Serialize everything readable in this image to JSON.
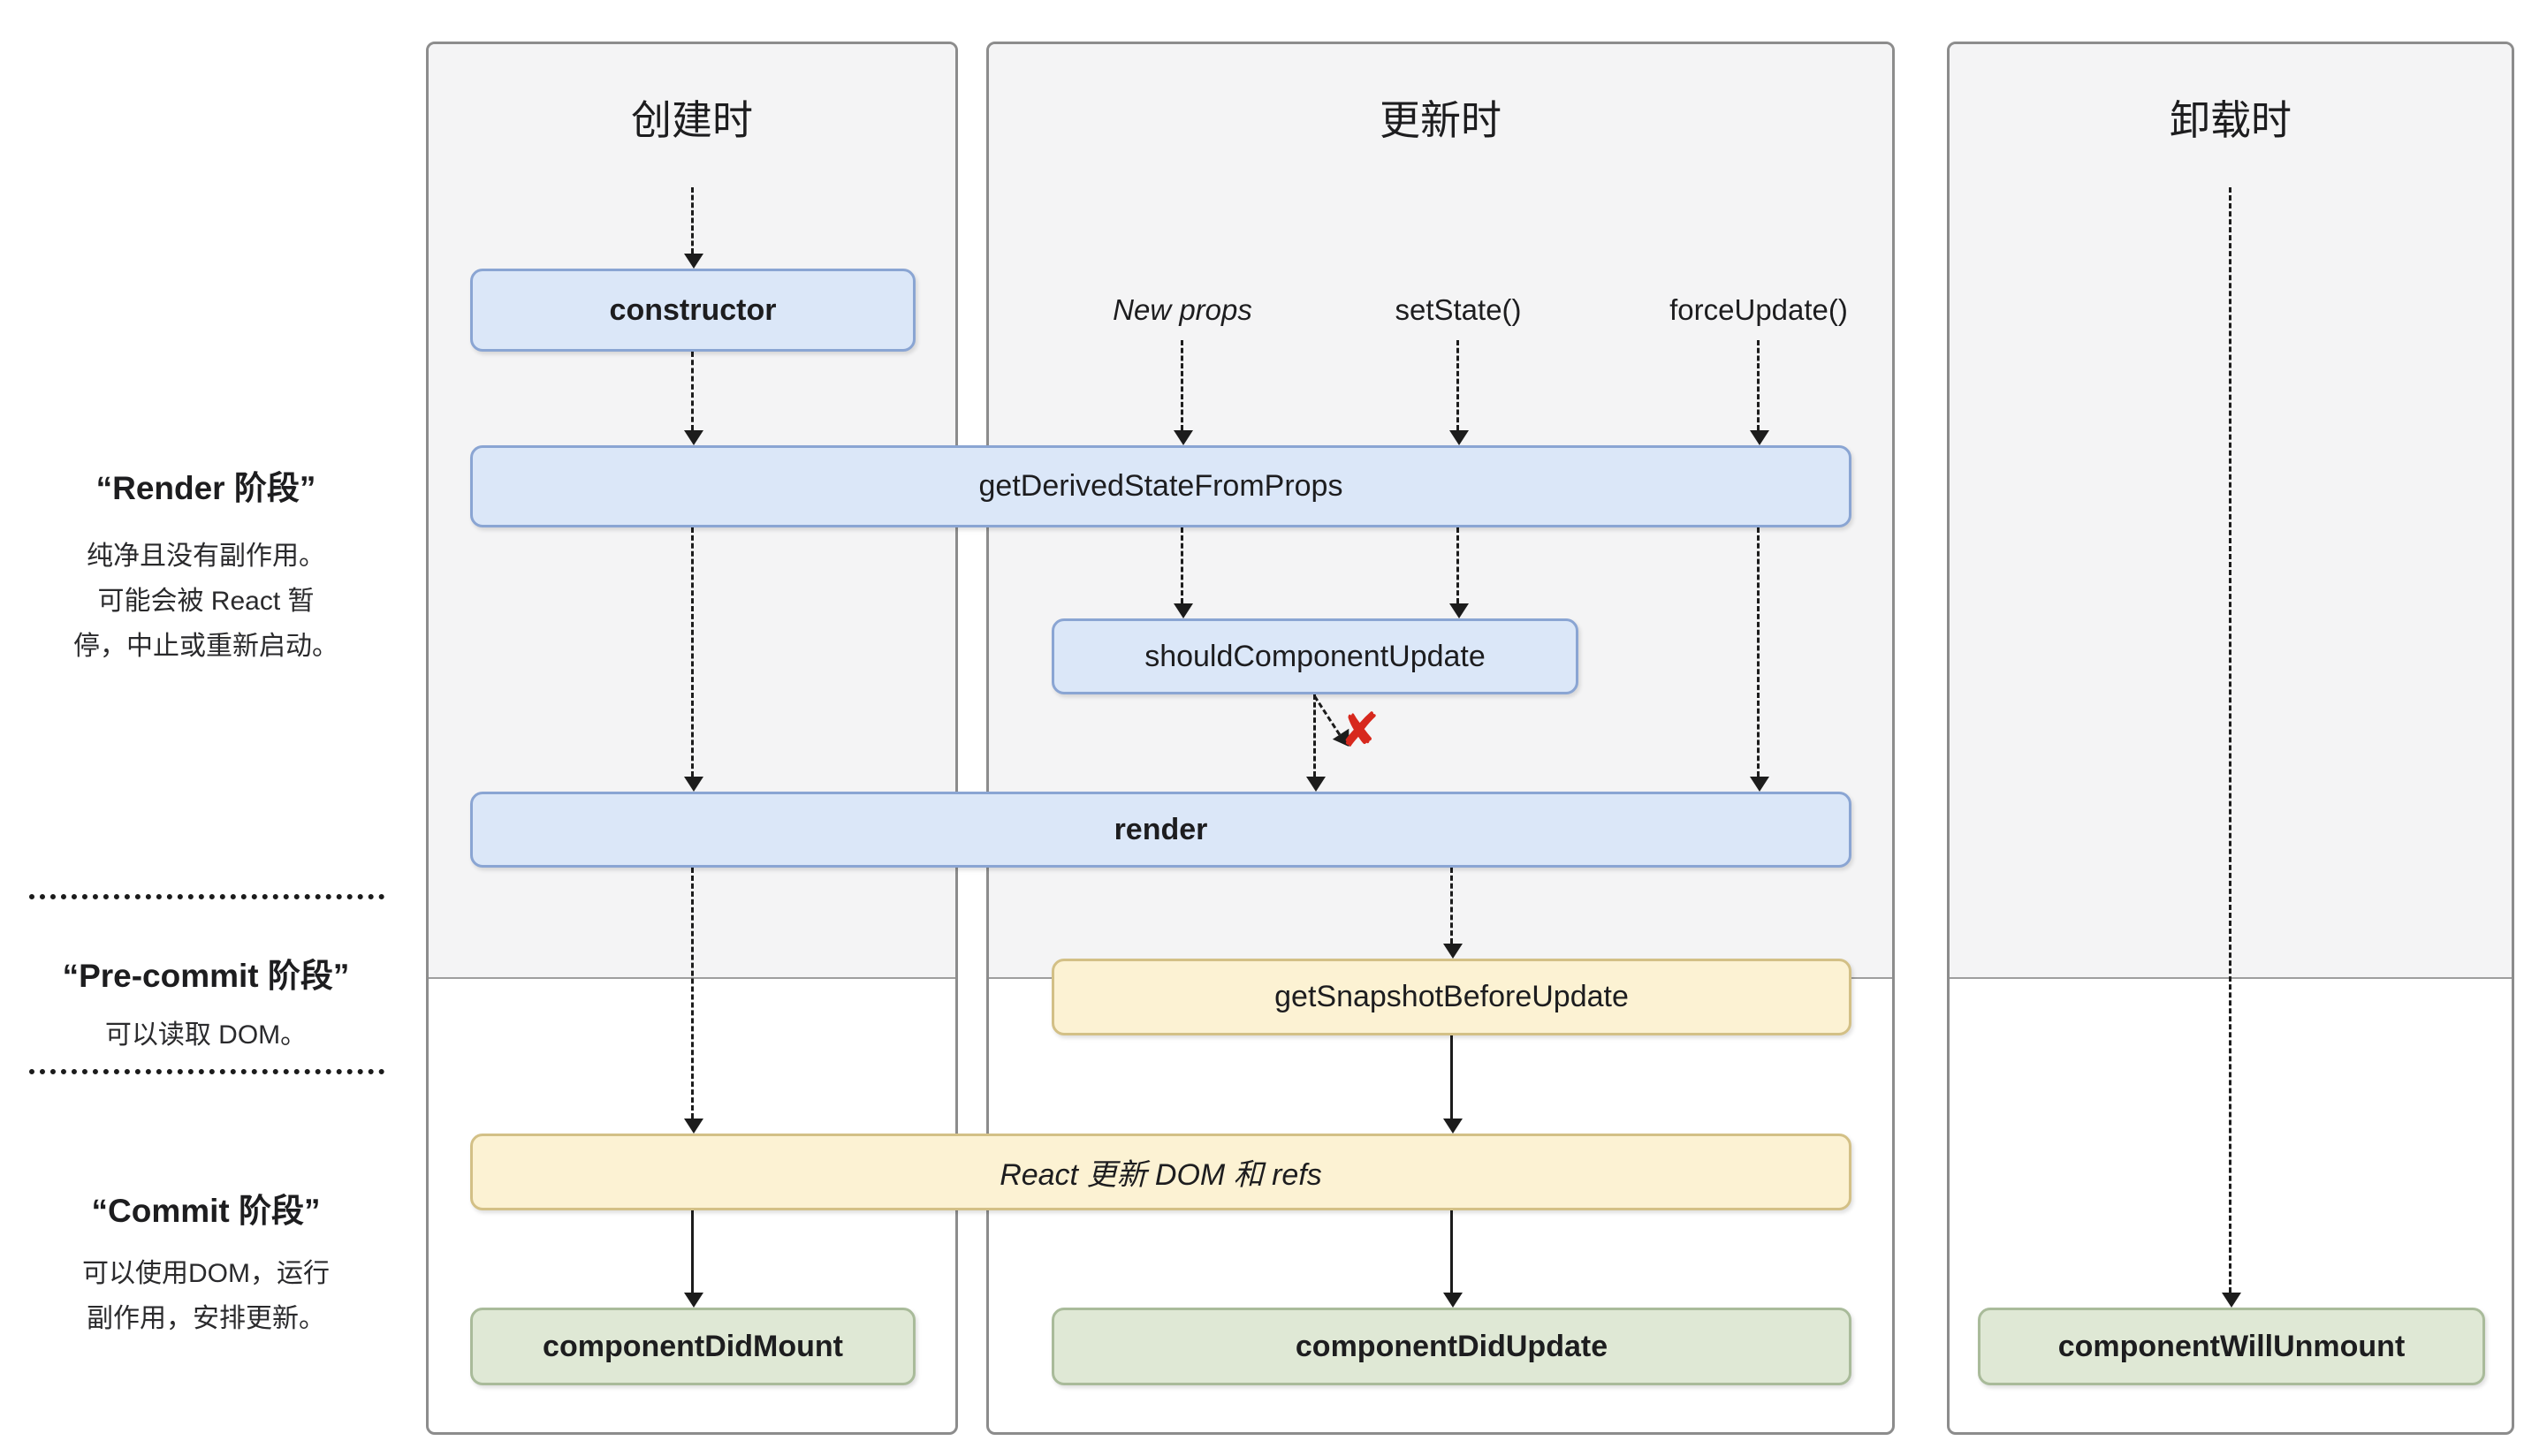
{
  "columns": [
    {
      "header": "创建时"
    },
    {
      "header": "更新时"
    },
    {
      "header": "卸载时"
    }
  ],
  "phases": {
    "render": {
      "title": "“Render 阶段”",
      "lines": [
        "纯净且没有副作用。",
        "可能会被 React 暂",
        "停，中止或重新启动。"
      ]
    },
    "precommit": {
      "title": "“Pre-commit 阶段”",
      "lines": [
        "可以读取 DOM。"
      ]
    },
    "commit": {
      "title": "“Commit 阶段”",
      "lines": [
        "可以使用DOM，运行",
        "副作用，安排更新。"
      ]
    }
  },
  "triggers": {
    "new_props": "New props",
    "set_state": "setState()",
    "force_update": "forceUpdate()"
  },
  "nodes": {
    "constructor": "constructor",
    "get_derived_state_from_props": "getDerivedStateFromProps",
    "should_component_update": "shouldComponentUpdate",
    "render": "render",
    "get_snapshot_before_update": "getSnapshotBeforeUpdate",
    "react_updates_dom": "React 更新 DOM 和 refs",
    "component_did_mount": "componentDidMount",
    "component_did_update": "componentDidUpdate",
    "component_will_unmount": "componentWillUnmount"
  },
  "abort": {
    "mark": "✘"
  },
  "colors": {
    "blue_fill": "#dbe7f8",
    "blue_border": "#8aa5d3",
    "yellow_fill": "#fcf2d3",
    "yellow_border": "#d3c086",
    "green_fill": "#dfe8d5",
    "green_border": "#a9bb9a",
    "panel_border": "#8c8c8c",
    "shaded_bg": "#f4f4f5",
    "shaded_line": "#9e9e9e",
    "arrow": "#1c1c1c",
    "abort_red": "#d7281d",
    "text": "#1d1d1f"
  }
}
